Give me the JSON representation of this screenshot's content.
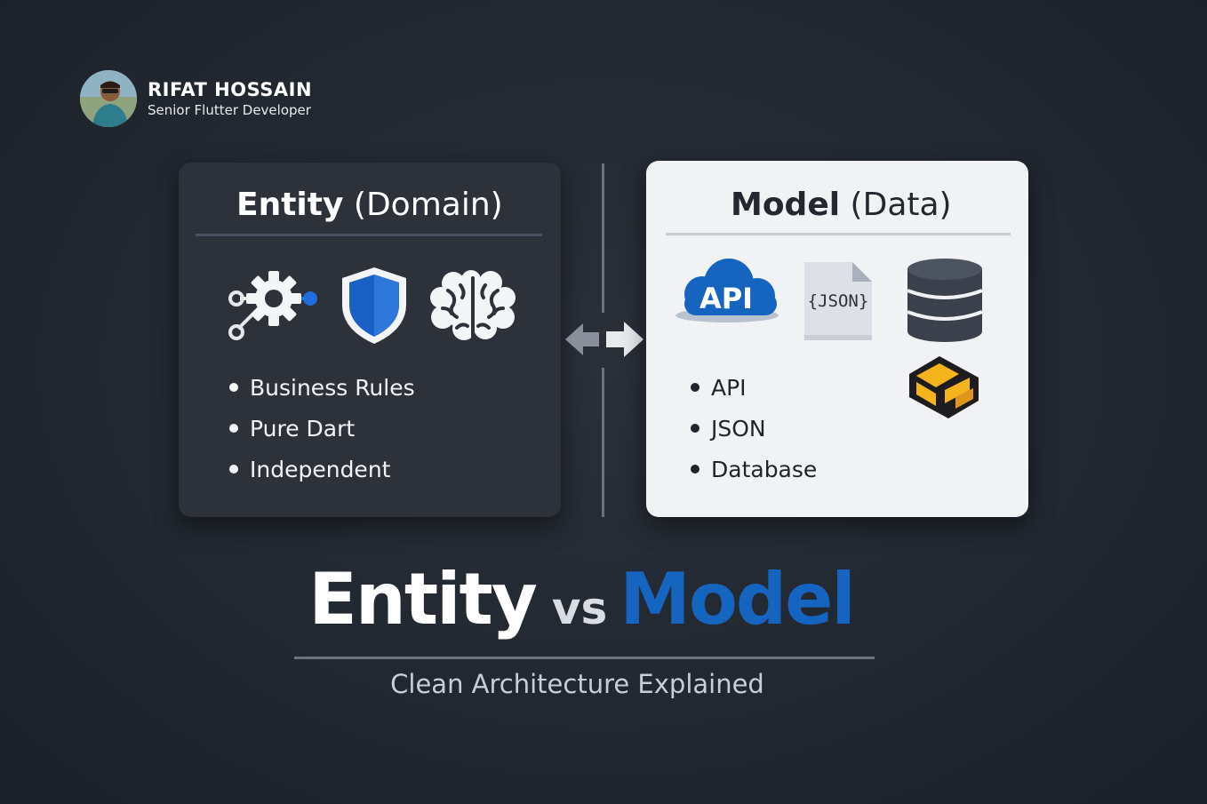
{
  "author": {
    "name": "RIFAT HOSSAIN",
    "role": "Senior Flutter Developer"
  },
  "entity_card": {
    "title_bold": "Entity",
    "title_light": "(Domain)",
    "icons": [
      "gear-network-icon",
      "shield-icon",
      "brain-icon"
    ],
    "bullets": [
      "Business Rules",
      "Pure Dart",
      "Independent"
    ]
  },
  "model_card": {
    "title_bold": "Model",
    "title_light": "(Data)",
    "icons": [
      "api-cloud-icon",
      "json-file-icon",
      "database-icon",
      "cube-icon"
    ],
    "api_icon_text": "API",
    "json_icon_text": "{JSON}",
    "bullets": [
      "API",
      "JSON",
      "Database"
    ]
  },
  "headline": {
    "entity": "Entity",
    "vs": "vs",
    "model": "Model",
    "subtitle": "Clean Architecture Explained"
  },
  "colors": {
    "background": "#222831",
    "entity_card": "#2c313a",
    "model_card": "#f1f2f4",
    "accent_blue": "#1565c0",
    "cube_yellow": "#f5b31e"
  }
}
